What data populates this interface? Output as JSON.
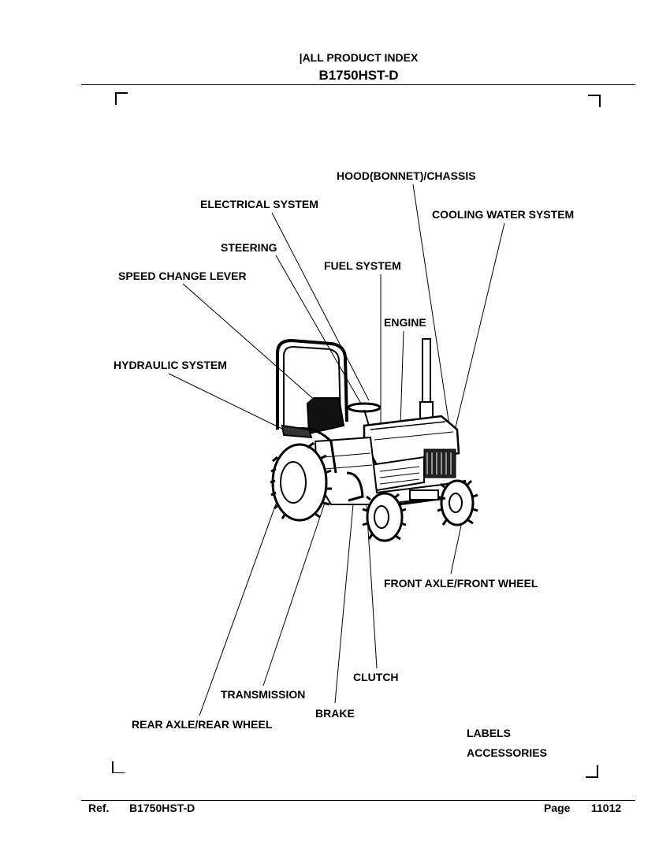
{
  "header": {
    "index_title": "|ALL PRODUCT INDEX",
    "model": "B1750HST-D"
  },
  "labels": {
    "hood_chassis": "HOOD(BONNET)/CHASSIS",
    "electrical_system": "ELECTRICAL SYSTEM",
    "cooling_water_system": "COOLING WATER SYSTEM",
    "steering": "STEERING",
    "fuel_system": "FUEL SYSTEM",
    "speed_change_lever": "SPEED CHANGE LEVER",
    "engine": "ENGINE",
    "hydraulic_system": "HYDRAULIC SYSTEM",
    "front_axle_front_wheel": "FRONT AXLE/FRONT WHEEL",
    "clutch": "CLUTCH",
    "transmission": "TRANSMISSION",
    "brake": "BRAKE",
    "rear_axle_rear_wheel": "REAR AXLE/REAR WHEEL",
    "labels": "LABELS",
    "accessories": "ACCESSORIES"
  },
  "footer": {
    "ref_label": "Ref.",
    "ref_model": "B1750HST-D",
    "page_label": "Page",
    "page_number": "11012"
  }
}
